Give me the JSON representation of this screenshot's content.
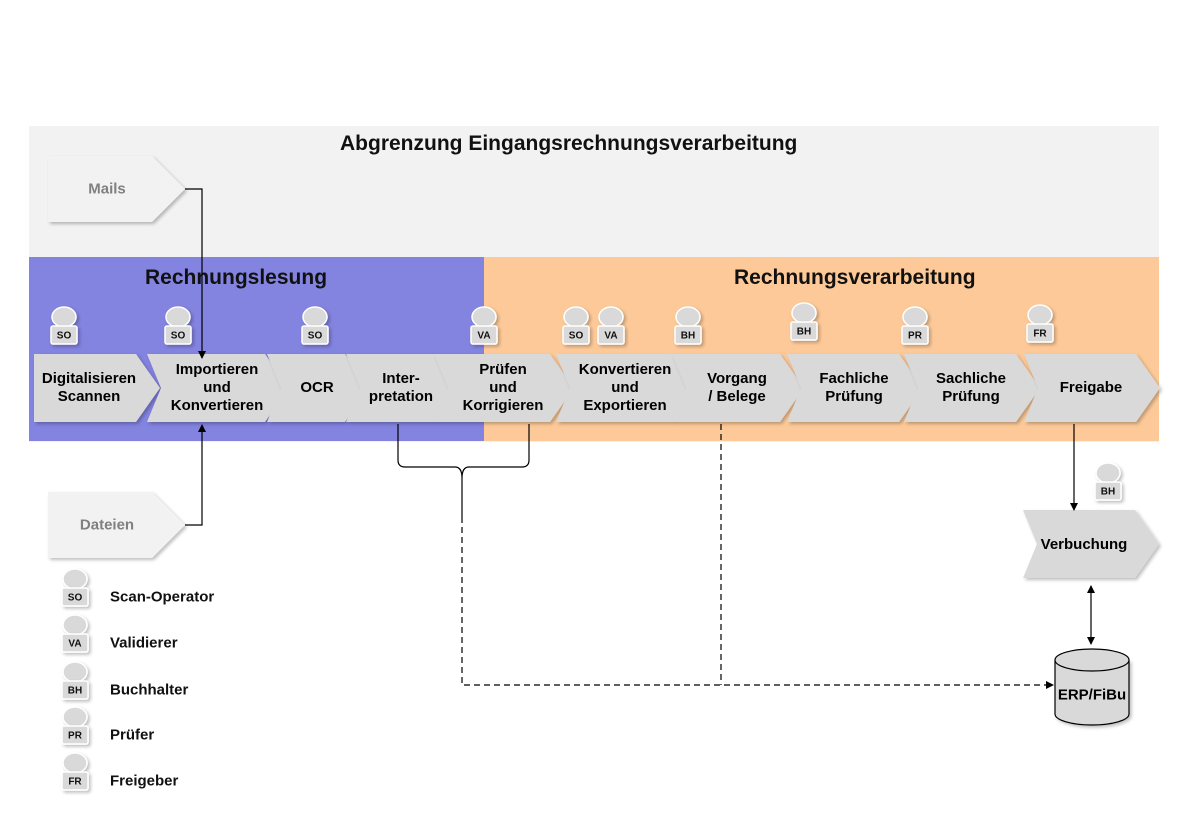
{
  "titles": {
    "main": "Abgrenzung Eingangsrechnungsverarbeitung",
    "lesung": "Rechnungslesung",
    "verarbeitung": "Rechnungsverarbeitung"
  },
  "sources": {
    "mails": "Mails",
    "dateien": "Dateien"
  },
  "steps": [
    {
      "label": "Digitalisieren\nScannen",
      "roles": [
        "SO"
      ]
    },
    {
      "label": "Importieren\nund\nKonvertieren",
      "roles": [
        "SO"
      ]
    },
    {
      "label": "OCR",
      "roles": [
        "SO"
      ]
    },
    {
      "label": "Inter-\npretation",
      "roles": []
    },
    {
      "label": "Prüfen\nund\nKorrigieren",
      "roles": [
        "VA"
      ]
    },
    {
      "label": "Konvertieren\nund\nExportieren",
      "roles": [
        "SO",
        "VA"
      ]
    },
    {
      "label": "Vorgang\n/ Belege",
      "roles": [
        "BH"
      ]
    },
    {
      "label": "Fachliche\nPrüfung",
      "roles": [
        "BH"
      ]
    },
    {
      "label": "Sachliche\nPrüfung",
      "roles": [
        "PR"
      ]
    },
    {
      "label": "Freigabe",
      "roles": [
        "FR"
      ]
    }
  ],
  "verbuchung": {
    "label": "Verbuchung",
    "role": "BH"
  },
  "database": {
    "label": "ERP/FiBu"
  },
  "legend": [
    {
      "code": "SO",
      "label": "Scan-Operator"
    },
    {
      "code": "VA",
      "label": "Validierer"
    },
    {
      "code": "BH",
      "label": "Buchhalter"
    },
    {
      "code": "PR",
      "label": "Prüfer"
    },
    {
      "code": "FR",
      "label": "Freigeber"
    }
  ],
  "colors": {
    "outer": "#f2f2f2",
    "lesung": "#8383e0",
    "verarbeitung": "#fdc998",
    "chevron": "#d9d9d9",
    "badge": "#d9d9d9"
  }
}
